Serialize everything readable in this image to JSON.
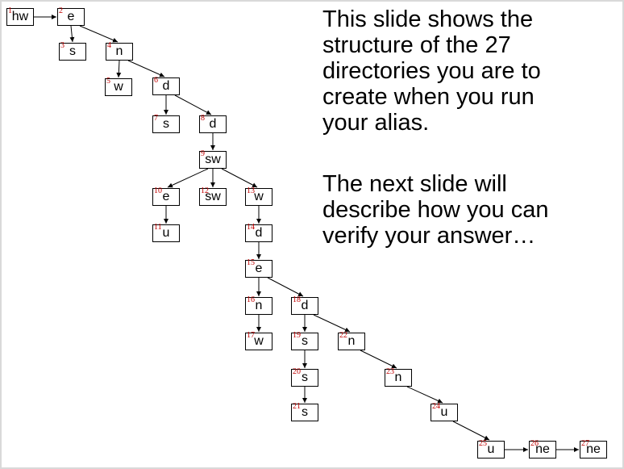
{
  "text": {
    "p1": [
      "This slide shows the",
      "structure of the 27",
      "directories you are to",
      "create when you run",
      "your alias."
    ],
    "p2": [
      "The next slide will",
      "describe how you can",
      "verify your answer…"
    ]
  },
  "nodes": [
    {
      "id": 1,
      "label": "hw"
    },
    {
      "id": 2,
      "label": "e"
    },
    {
      "id": 3,
      "label": "s"
    },
    {
      "id": 4,
      "label": "n"
    },
    {
      "id": 5,
      "label": "w"
    },
    {
      "id": 6,
      "label": "d"
    },
    {
      "id": 7,
      "label": "s"
    },
    {
      "id": 8,
      "label": "d"
    },
    {
      "id": 9,
      "label": "sw"
    },
    {
      "id": 10,
      "label": "e"
    },
    {
      "id": 11,
      "label": "u"
    },
    {
      "id": 12,
      "label": "sw"
    },
    {
      "id": 13,
      "label": "w"
    },
    {
      "id": 14,
      "label": "d"
    },
    {
      "id": 15,
      "label": "e"
    },
    {
      "id": 16,
      "label": "n"
    },
    {
      "id": 17,
      "label": "w"
    },
    {
      "id": 18,
      "label": "d"
    },
    {
      "id": 19,
      "label": "s"
    },
    {
      "id": 20,
      "label": "s"
    },
    {
      "id": 21,
      "label": "s"
    },
    {
      "id": 22,
      "label": "n"
    },
    {
      "id": 23,
      "label": "n"
    },
    {
      "id": 24,
      "label": "u"
    },
    {
      "id": 25,
      "label": "u"
    },
    {
      "id": 26,
      "label": "ne"
    },
    {
      "id": 27,
      "label": "ne"
    }
  ],
  "edges": [
    [
      1,
      2
    ],
    [
      2,
      3
    ],
    [
      2,
      4
    ],
    [
      4,
      5
    ],
    [
      4,
      6
    ],
    [
      6,
      7
    ],
    [
      6,
      8
    ],
    [
      8,
      9
    ],
    [
      9,
      10
    ],
    [
      9,
      12
    ],
    [
      9,
      13
    ],
    [
      10,
      11
    ],
    [
      13,
      14
    ],
    [
      14,
      15
    ],
    [
      15,
      16
    ],
    [
      15,
      18
    ],
    [
      16,
      17
    ],
    [
      18,
      19
    ],
    [
      18,
      22
    ],
    [
      19,
      20
    ],
    [
      20,
      21
    ],
    [
      22,
      23
    ],
    [
      23,
      24
    ],
    [
      24,
      25
    ],
    [
      25,
      26
    ],
    [
      26,
      27
    ]
  ]
}
